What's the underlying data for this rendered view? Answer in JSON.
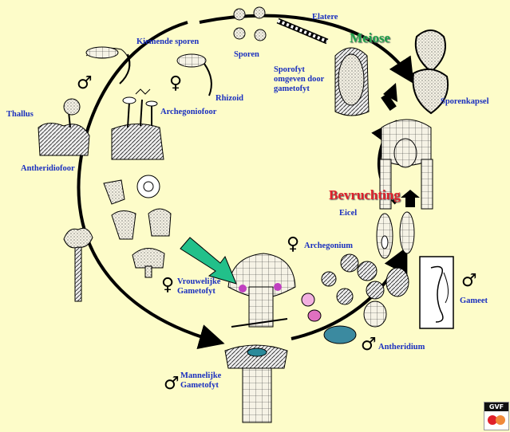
{
  "labels": {
    "elatere": "Elatere",
    "meiose": "Meiose",
    "kiemende_sporen": "Kiemende sporen",
    "sporen": "Sporen",
    "sporofyt": "Sporofyt\nomgeven door\ngametofyt",
    "sporenkapsel": "Sporenkapsel",
    "thallus": "Thallus",
    "rhizoid": "Rhizoid",
    "archegoniofoor": "Archegoniofoor",
    "antheridiofoor": "Antheridiofoor",
    "bevruchting": "Bevruchting",
    "eicel": "Eicel",
    "archegonium": "Archegonium",
    "vrouwelijke_gametofyt": "Vrouwelijke\nGametofyt",
    "gameet": "Gameet",
    "antheridium": "Antheridium",
    "mannelijke_gametofyt": "Mannelijke\nGametofyt"
  },
  "symbols": {
    "male": "♂",
    "female": "♀"
  },
  "logo": {
    "text": "GVF"
  },
  "colors": {
    "background": "#fdfcc9",
    "label": "#1a2fbf",
    "meiose": "#1ea14a",
    "bevruchting": "#e0202a",
    "pointer_arrow": "#22c08a"
  }
}
